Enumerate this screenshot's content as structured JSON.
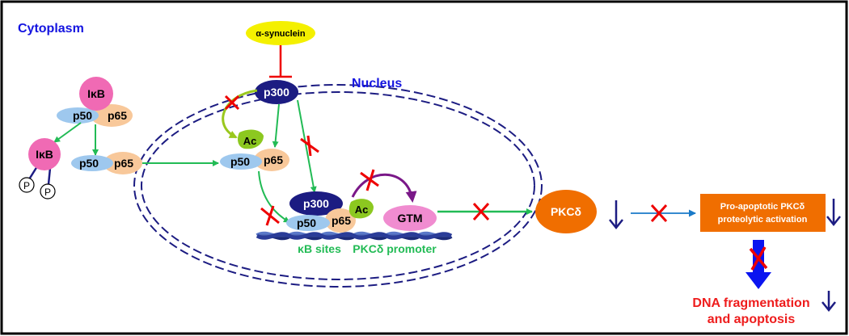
{
  "compartments": {
    "cytoplasm": "Cytoplasm",
    "nucleus": "Nucleus"
  },
  "molecules": {
    "alpha_synuclein": "α-synuclein",
    "ikb": "IκB",
    "p50": "p50",
    "p65": "p65",
    "p300": "p300",
    "acetyl": "Ac",
    "phospho": "P",
    "gtm": "GTM",
    "pkcd": "PKCδ"
  },
  "dna": {
    "kb_sites": "κB sites",
    "promoter": "PKCδ promoter"
  },
  "outcomes": {
    "proteolytic_activation": [
      "Pro-apoptotic PKCδ",
      "proteolytic activation"
    ],
    "fragmentation": [
      "DNA fragmentation",
      "and apoptosis"
    ]
  },
  "colors": {
    "compartment_text": "#1414e0",
    "ikb_pink": "#f06ab4",
    "p50_blue": "#9ec8ee",
    "p65_peach": "#f8c89a",
    "p300_navy": "#1c1c82",
    "ac_green": "#8cc820",
    "synuclein_yellow": "#f4f000",
    "gtm_pink": "#f08cd0",
    "pkcd_orange": "#f06e00",
    "arrow_green": "#22bb55",
    "inhibit_red": "#ee0000",
    "gtm_arrow_purple": "#7a1888",
    "down_arrow_navy": "#1c1c82",
    "thick_arrow_blue": "#0a14f0",
    "outcome_red": "#ee1c1c"
  }
}
